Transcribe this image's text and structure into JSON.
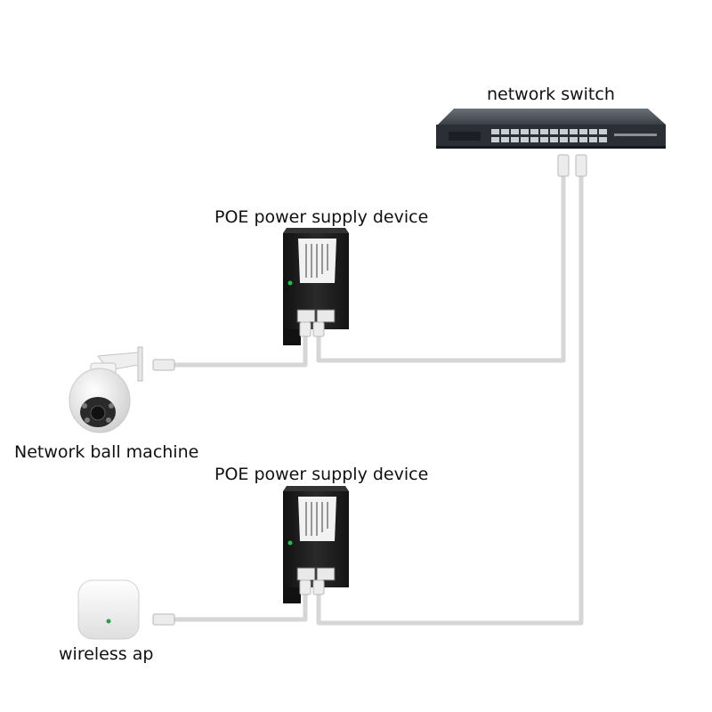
{
  "labels": {
    "network_switch": "network switch",
    "poe_device_1": "POE power supply device",
    "network_camera": "Network ball machine",
    "poe_device_2": "POE power supply device",
    "wireless_ap": "wireless ap"
  },
  "colors": {
    "cable": "#d6d6d6",
    "device_body": "#1a1a1a",
    "led": "#22c04a",
    "connector": "#ececec"
  }
}
